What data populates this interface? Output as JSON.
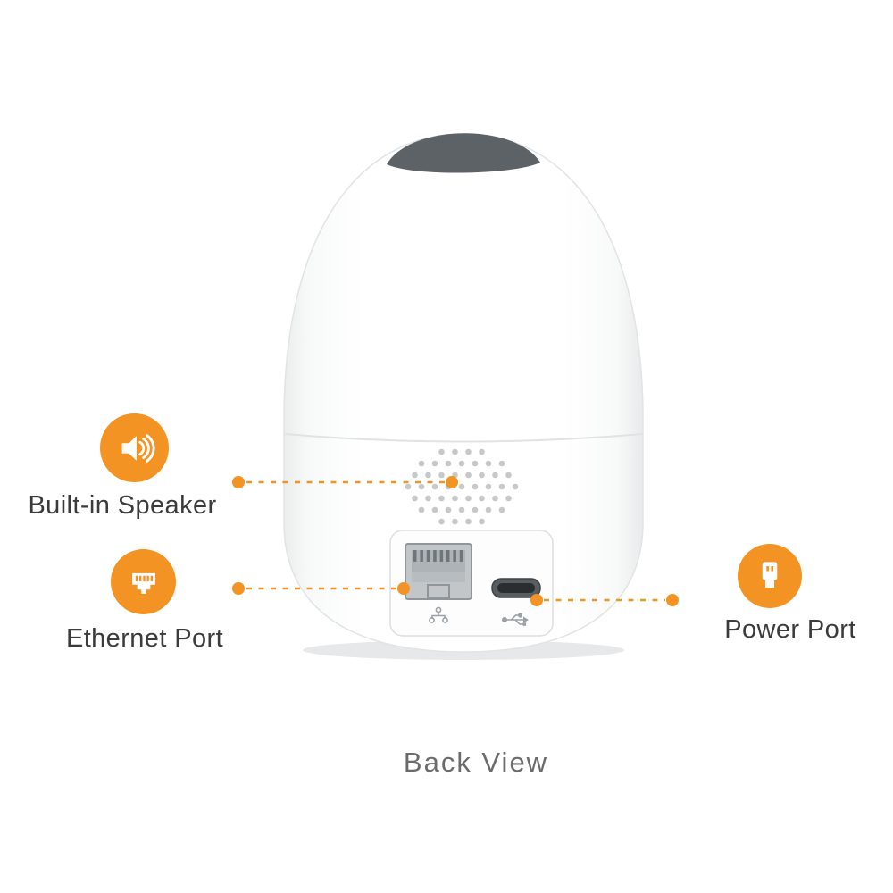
{
  "accent_color": "#F39323",
  "callouts": {
    "speaker": {
      "label": "Built-in Speaker",
      "icon": "speaker-icon"
    },
    "ethernet": {
      "label": "Ethernet Port",
      "icon": "ethernet-port-icon"
    },
    "power": {
      "label": "Power Port",
      "icon": "usb-plug-icon"
    }
  },
  "caption": "Back View"
}
